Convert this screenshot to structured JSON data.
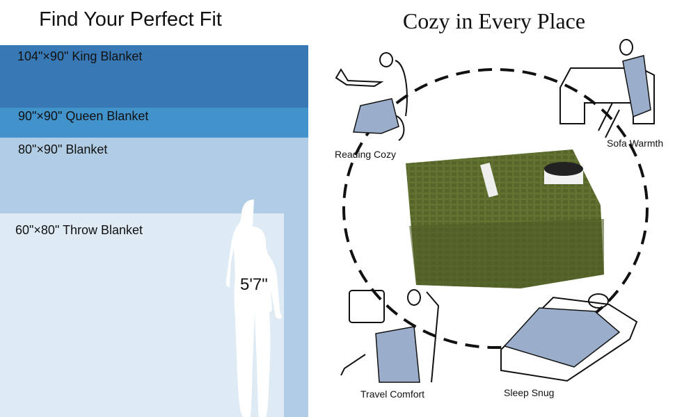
{
  "size_chart": {
    "title": "Find Your Perfect Fit",
    "sizes": [
      {
        "label": "104\"×90\" King Blanket",
        "color": "#3878b5"
      },
      {
        "label": "90\"×90\" Queen Blanket",
        "color": "#4292cc"
      },
      {
        "label": "80\"×90\" Blanket",
        "color": "#b1cde5"
      },
      {
        "label": "60\"×80\" Throw Blanket",
        "color": "#deebf5"
      }
    ],
    "person_height": "5'7\""
  },
  "usage": {
    "title": "Cozy in Every Place",
    "scenes": [
      {
        "label": "Reading Cozy"
      },
      {
        "label": "Sofa Warmth"
      },
      {
        "label": "Travel Comfort"
      },
      {
        "label": "Sleep Snug"
      }
    ],
    "blanket_color": "#5f6e2a",
    "illustration_fill": "#9aaecb"
  }
}
